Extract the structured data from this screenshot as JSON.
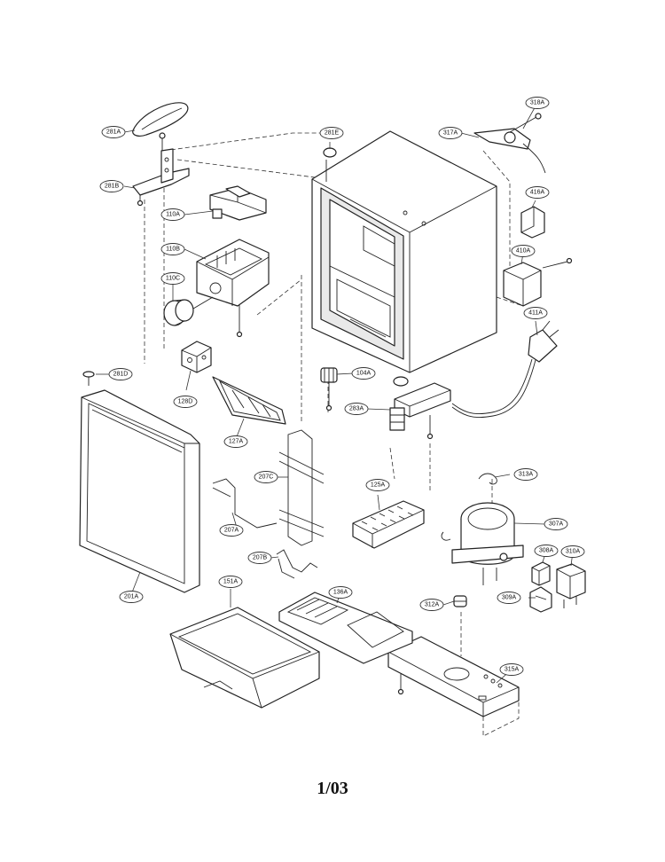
{
  "callouts": [
    {
      "id": "281a",
      "label": "281A"
    },
    {
      "id": "281b",
      "label": "281B"
    },
    {
      "id": "281e",
      "label": "281E"
    },
    {
      "id": "110a",
      "label": "110A"
    },
    {
      "id": "110b",
      "label": "110B"
    },
    {
      "id": "110c",
      "label": "110C"
    },
    {
      "id": "318a",
      "label": "318A"
    },
    {
      "id": "317a",
      "label": "317A"
    },
    {
      "id": "416a",
      "label": "416A"
    },
    {
      "id": "410a",
      "label": "410A"
    },
    {
      "id": "411a",
      "label": "411A"
    },
    {
      "id": "104a",
      "label": "104A"
    },
    {
      "id": "283a",
      "label": "283A"
    },
    {
      "id": "281d",
      "label": "281D"
    },
    {
      "id": "128d",
      "label": "128D"
    },
    {
      "id": "127a",
      "label": "127A"
    },
    {
      "id": "207c",
      "label": "207C"
    },
    {
      "id": "207a",
      "label": "207A"
    },
    {
      "id": "207b",
      "label": "207B"
    },
    {
      "id": "125a",
      "label": "125A"
    },
    {
      "id": "313a",
      "label": "313A"
    },
    {
      "id": "307a",
      "label": "307A"
    },
    {
      "id": "308a",
      "label": "308A"
    },
    {
      "id": "310a",
      "label": "310A"
    },
    {
      "id": "309a",
      "label": "309A"
    },
    {
      "id": "312a",
      "label": "312A"
    },
    {
      "id": "315a",
      "label": "315A"
    },
    {
      "id": "201a",
      "label": "201A"
    },
    {
      "id": "151a",
      "label": "151A"
    },
    {
      "id": "136a",
      "label": "136A"
    }
  ],
  "page_number": "1/03"
}
